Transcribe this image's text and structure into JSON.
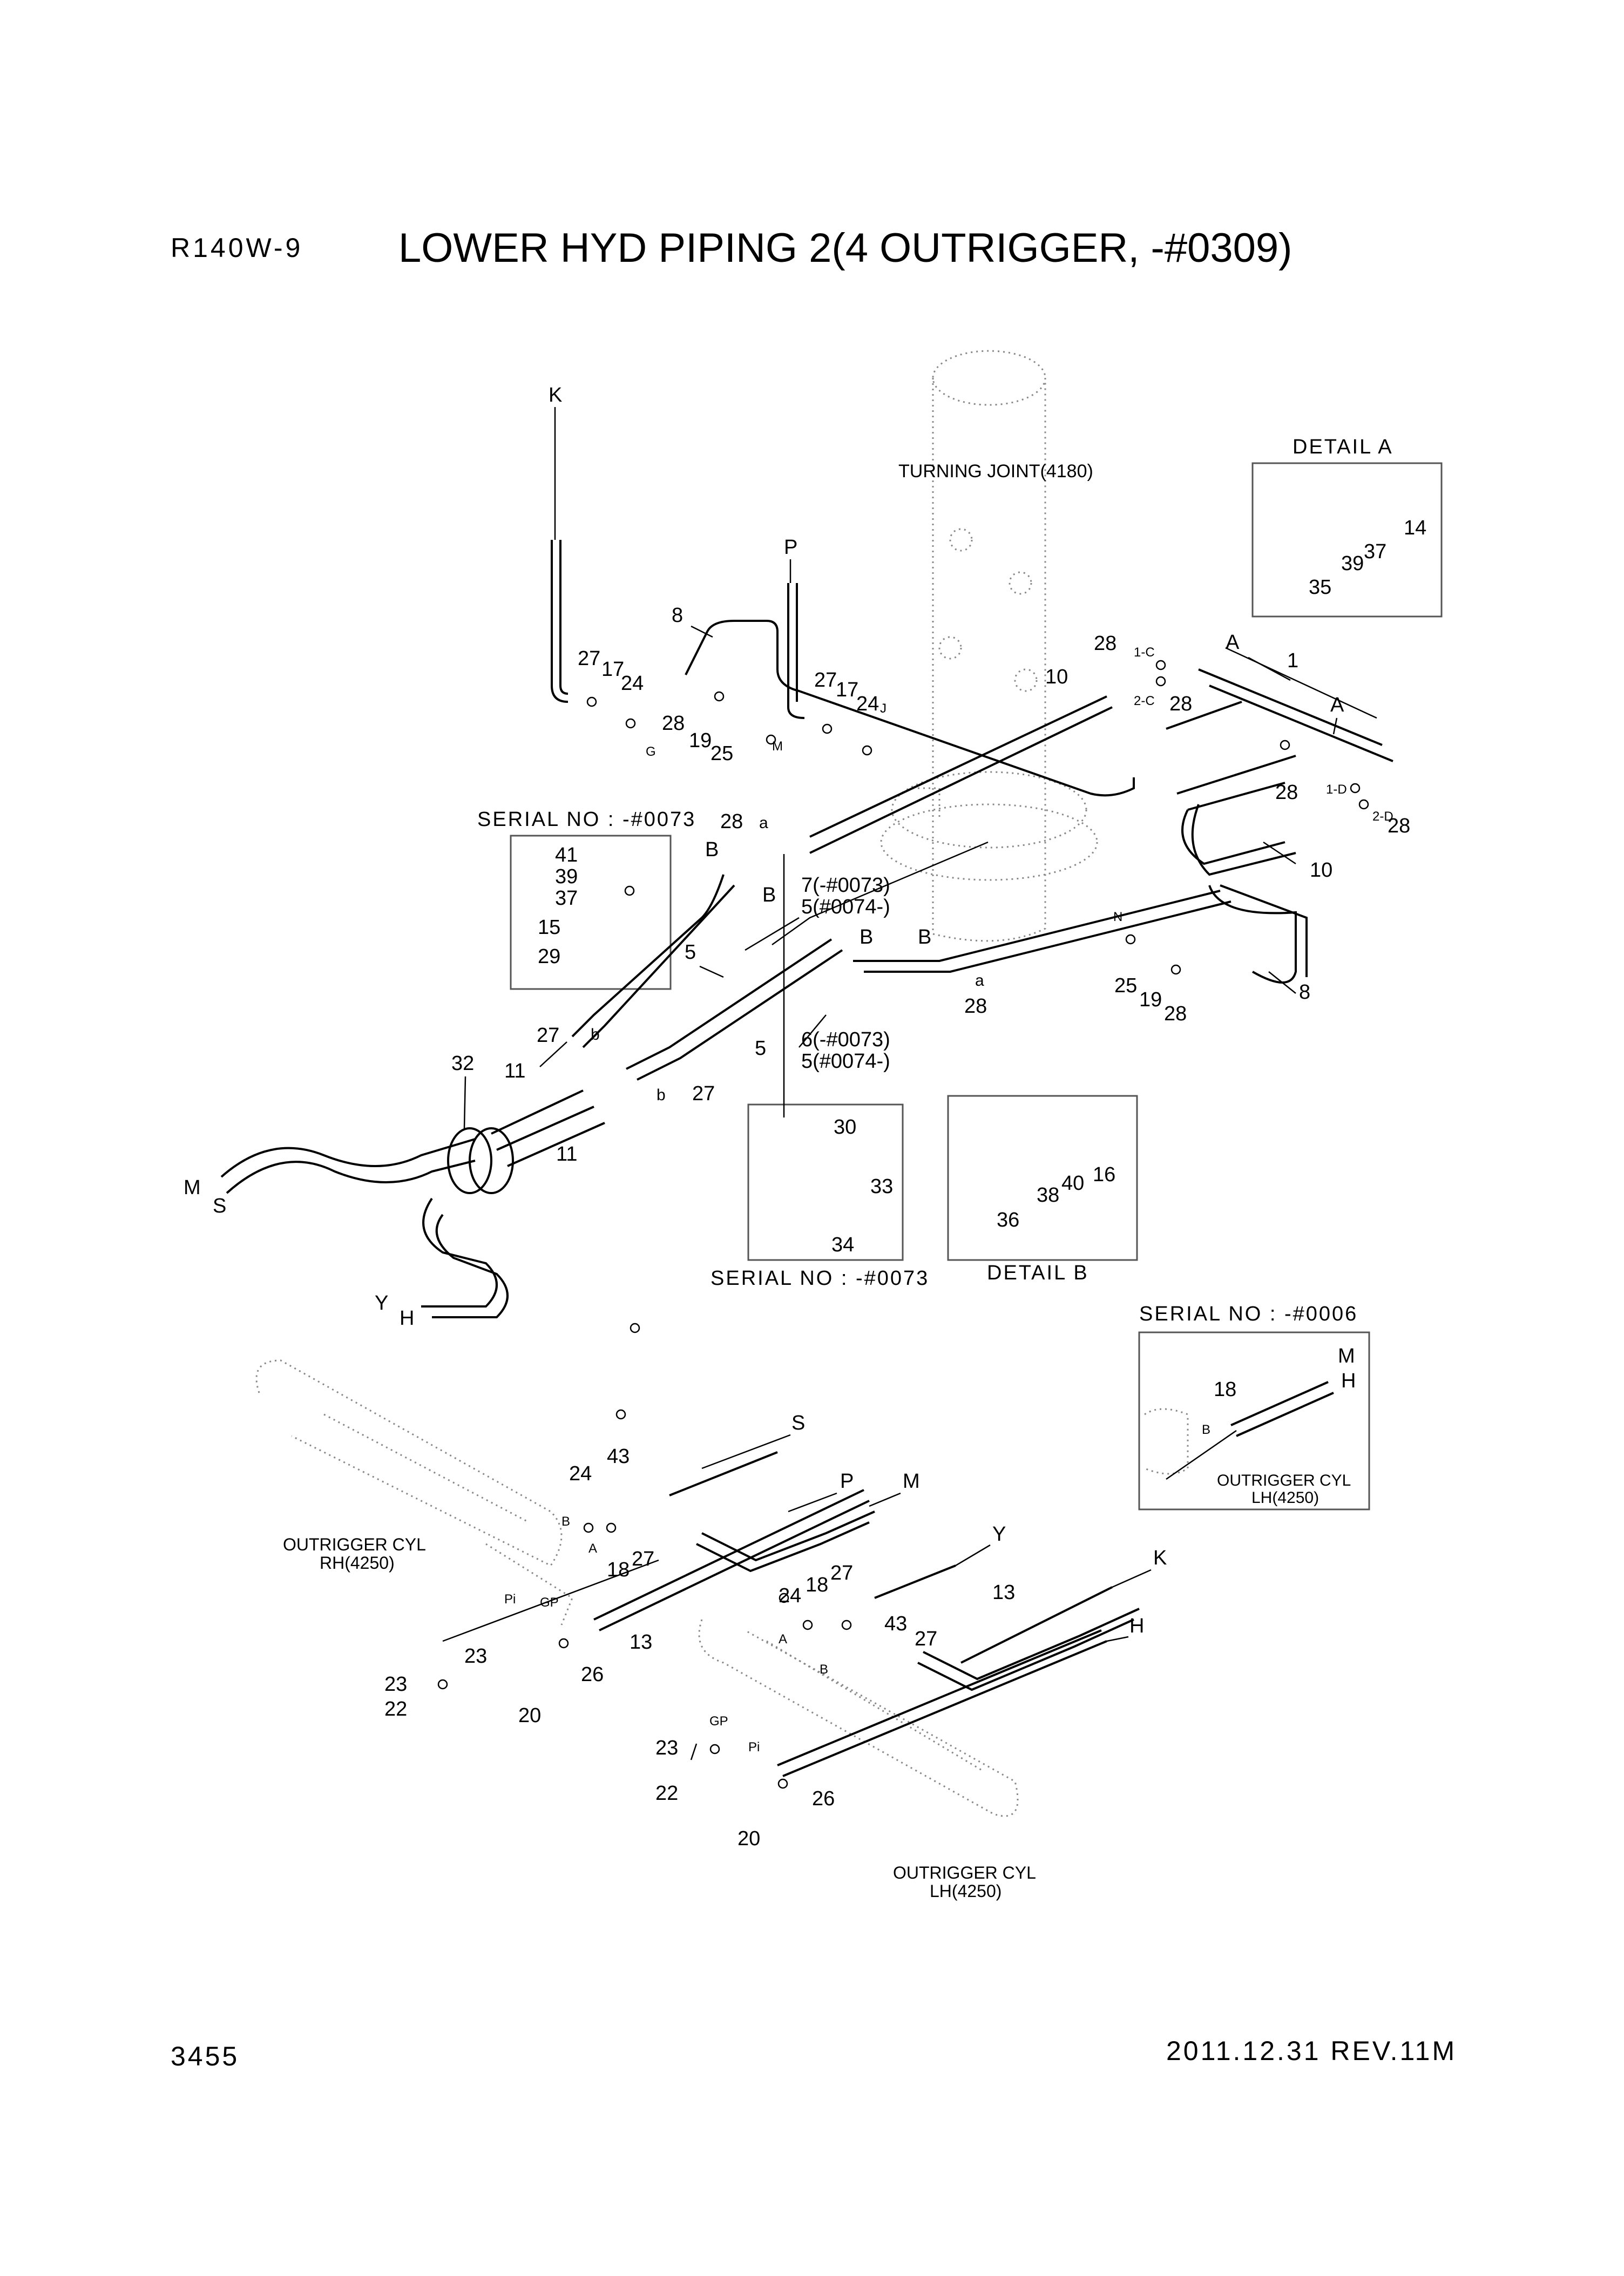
{
  "header": {
    "model": "R140W-9",
    "title": "LOWER HYD PIPING 2(4 OUTRIGGER, -#0309)"
  },
  "footer": {
    "page_number": "3455",
    "revision": "2011.12.31  REV.11M"
  },
  "component_labels": {
    "turning_joint": "TURNING JOINT(4180)",
    "cyl_rh_1": "OUTRIGGER CYL",
    "cyl_rh_2": "RH(4250)",
    "cyl_lh_1": "OUTRIGGER CYL",
    "cyl_lh_2": "LH(4250)",
    "detail_cyl_1": "OUTRIGGER CYL",
    "detail_cyl_2": "LH(4250)"
  },
  "inset_titles": {
    "detail_a": "DETAIL A",
    "detail_b": "DETAIL B",
    "serial_left": "SERIAL NO : -#0073",
    "serial_bracket": "SERIAL NO : -#0073",
    "serial_right": "SERIAL NO : -#0006"
  },
  "callouts": {
    "c_k": "K",
    "c_p": "P",
    "c_8a": "8",
    "c_27a": "27",
    "c_17a": "17",
    "c_24a": "24",
    "c_28a": "28",
    "c_19a": "19",
    "c_25a": "25",
    "c_27b": "27",
    "c_17b": "17",
    "c_24b": "24",
    "c_g": "G",
    "c_m_port": "M",
    "c_j": "J",
    "c_10a": "10",
    "c_28b": "28",
    "c_1c": "1-C",
    "c_2c": "2-C",
    "c_A1": "A",
    "c_1": "1",
    "c_28c": "28",
    "c_A2": "A",
    "c_28d": "28",
    "c_1d": "1-D",
    "c_2d": "2-D",
    "c_28e": "28",
    "c_10b": "10",
    "c_28f": "28",
    "c_a1": "a",
    "c_B1": "B",
    "c_B2": "B",
    "c_7": "7(-#0073)",
    "c_5a": "5(#0074-)",
    "c_5b": "5",
    "c_B3": "B",
    "c_B4": "B",
    "c_a2": "a",
    "c_28g": "28",
    "c_n": "N",
    "c_25b": "25",
    "c_19b": "19",
    "c_28h": "28",
    "c_8b": "8",
    "c_27c": "27",
    "c_b1": "b",
    "c_32": "32",
    "c_11a": "11",
    "c_5c": "5",
    "c_6": "6(-#0073)",
    "c_5d": "5(#0074-)",
    "c_b2": "b",
    "c_27d": "27",
    "c_11b": "11",
    "c_M": "M",
    "c_S": "S",
    "c_Y": "Y",
    "c_H": "H",
    "c_41": "41",
    "c_39a": "39",
    "c_37a": "37",
    "c_15": "15",
    "c_29": "29",
    "c_14": "14",
    "c_37b": "37",
    "c_39b": "39",
    "c_35": "35",
    "c_30": "30",
    "c_33": "33",
    "c_34": "34",
    "c_16": "16",
    "c_40": "40",
    "c_38": "38",
    "c_36": "36",
    "c_18r": "18",
    "c_Mr": "M",
    "c_Hr": "H",
    "c_Br": "B",
    "c_S2": "S",
    "c_43a": "43",
    "c_24c": "24",
    "c_P2": "P",
    "c_M2": "M",
    "c_B5": "B",
    "c_A3": "A",
    "c_18a": "18",
    "c_27e": "27",
    "c_Pi1": "Pi",
    "c_GP1": "GP",
    "c_23a": "23",
    "c_13a": "13",
    "c_23b": "23",
    "c_22a": "22",
    "c_26a": "26",
    "c_20a": "20",
    "c_Y2": "Y",
    "c_K2": "K",
    "c_27f": "27",
    "c_24d": "24",
    "c_18b": "18",
    "c_13b": "13",
    "c_H2": "H",
    "c_A4": "A",
    "c_43b": "43",
    "c_27g": "27",
    "c_B6": "B",
    "c_GP2": "GP",
    "c_Pi2": "Pi",
    "c_23c": "23",
    "c_22b": "22",
    "c_26b": "26",
    "c_20b": "20"
  }
}
